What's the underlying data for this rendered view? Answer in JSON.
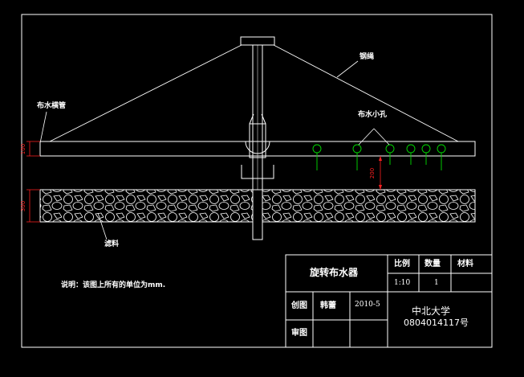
{
  "drawing": {
    "labels": {
      "cable": "钢绳",
      "pipe": "布水横管",
      "holes": "布水小孔",
      "filter": "滤料"
    },
    "dimensions": {
      "pipe_height": "100",
      "hole_gap": "200",
      "filter_height": "300"
    },
    "note": "说明：该图上所有的单位为mm."
  },
  "title_block": {
    "title": "旋转布水器",
    "scale_label": "比例",
    "quantity_label": "数量",
    "material_label": "材料",
    "scale_value": "1:10",
    "quantity_value": "1",
    "drawn_label": "创图",
    "drawn_by": "韩蕾",
    "date": "2010-5",
    "reviewed_label": "审图",
    "school": "中北大学",
    "student_id": "0804014117号"
  },
  "colors": {
    "line": "#ffffff",
    "pipe_hole": "#00dd00",
    "dimension": "#ff2020",
    "background": "#000000"
  }
}
